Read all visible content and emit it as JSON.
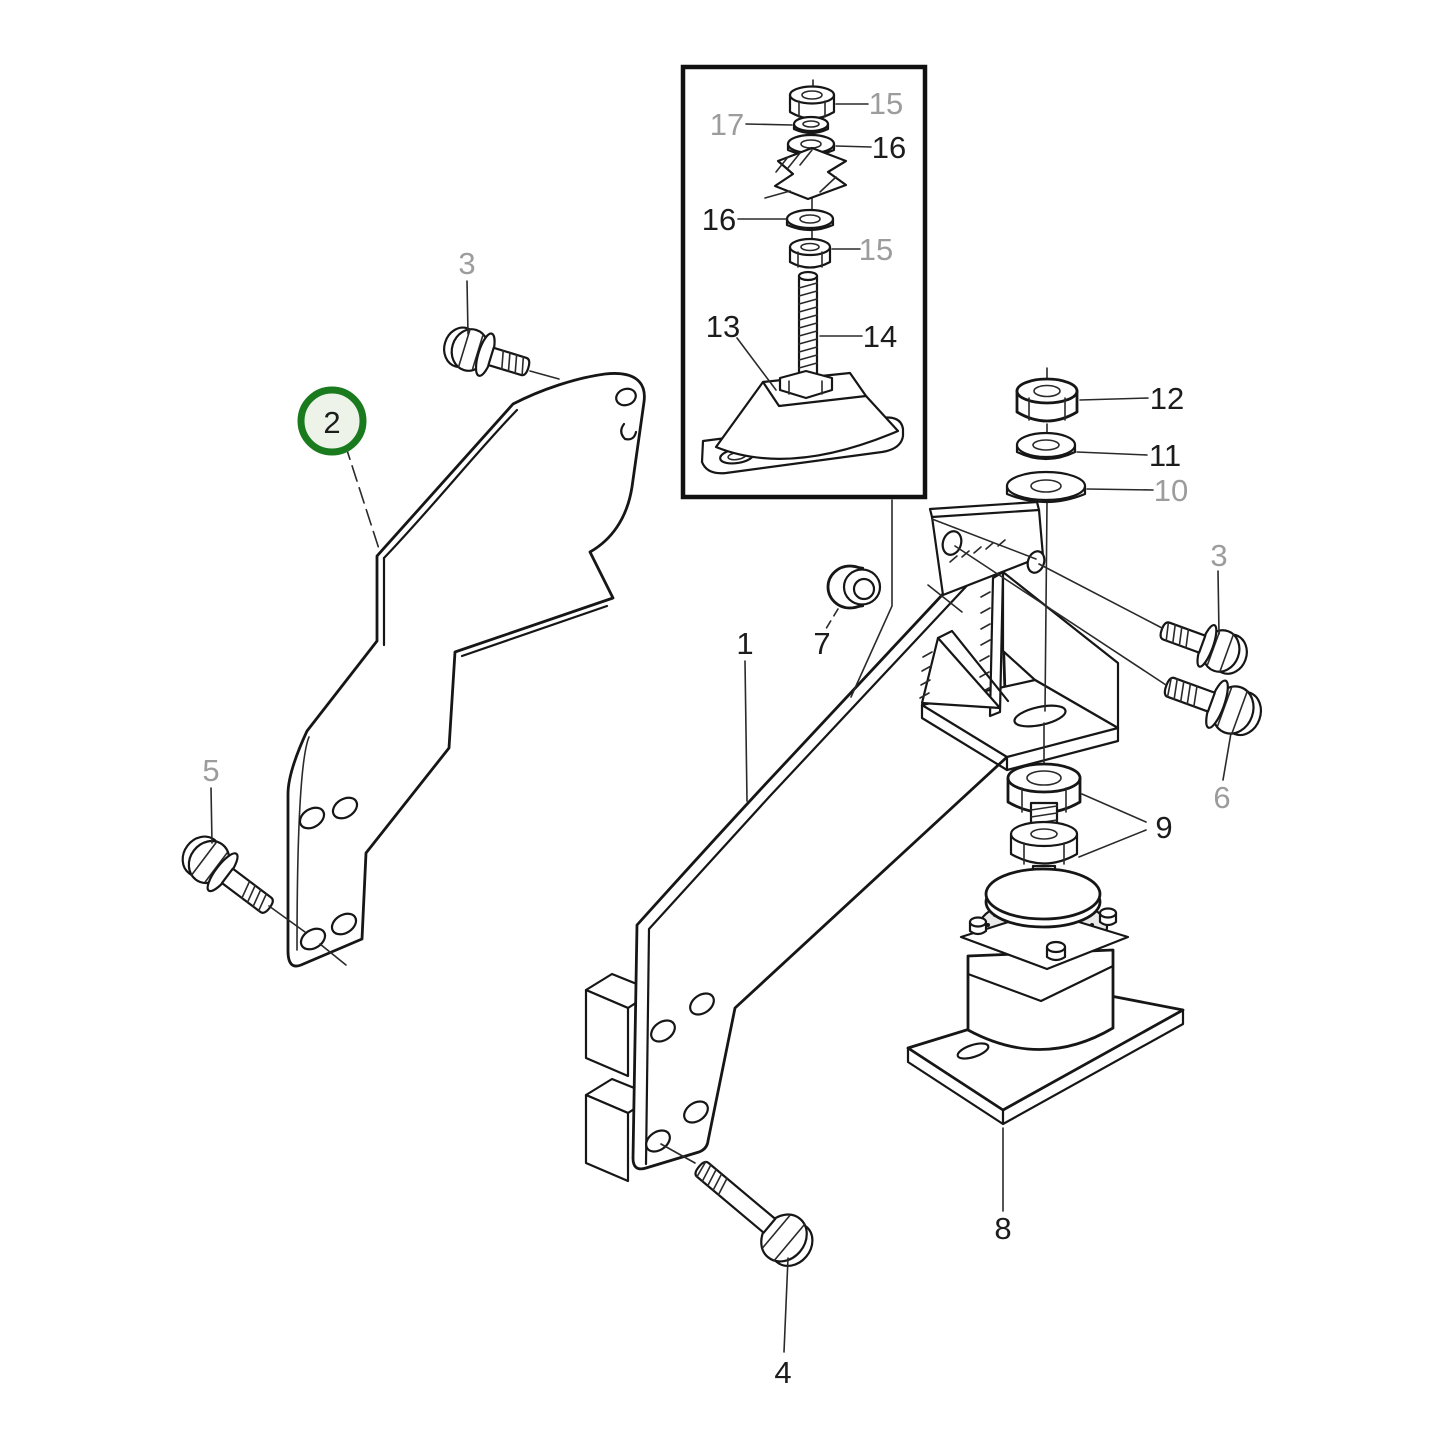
{
  "palette": {
    "paper": "#ffffff",
    "ink": "#161616",
    "label": "#1c1c1c",
    "muted_label": "#9c9c9c",
    "highlight_ring": "#1a7a1e",
    "highlight_fill": "#edf3e9",
    "rubber_fill": "#e9e9e9"
  },
  "diagram": {
    "type": "exploded-parts-diagram",
    "highlighted_part": "2"
  },
  "parts": {
    "p1": {
      "text": "1",
      "muted": false
    },
    "p2": {
      "text": "2",
      "muted": false
    },
    "p3a": {
      "text": "3",
      "muted": true
    },
    "p3b": {
      "text": "3",
      "muted": true
    },
    "p4": {
      "text": "4",
      "muted": false
    },
    "p5": {
      "text": "5",
      "muted": true
    },
    "p6": {
      "text": "6",
      "muted": true
    },
    "p7": {
      "text": "7",
      "muted": false
    },
    "p8": {
      "text": "8",
      "muted": false
    },
    "p9": {
      "text": "9",
      "muted": false
    },
    "p10": {
      "text": "10",
      "muted": true
    },
    "p11": {
      "text": "11",
      "muted": false
    },
    "p12": {
      "text": "12",
      "muted": false
    },
    "p13": {
      "text": "13",
      "muted": false
    },
    "p14": {
      "text": "14",
      "muted": false
    },
    "p15a": {
      "text": "15",
      "muted": true
    },
    "p15b": {
      "text": "15",
      "muted": true
    },
    "p16a": {
      "text": "16",
      "muted": false
    },
    "p16b": {
      "text": "16",
      "muted": false
    },
    "p17": {
      "text": "17",
      "muted": true
    }
  }
}
